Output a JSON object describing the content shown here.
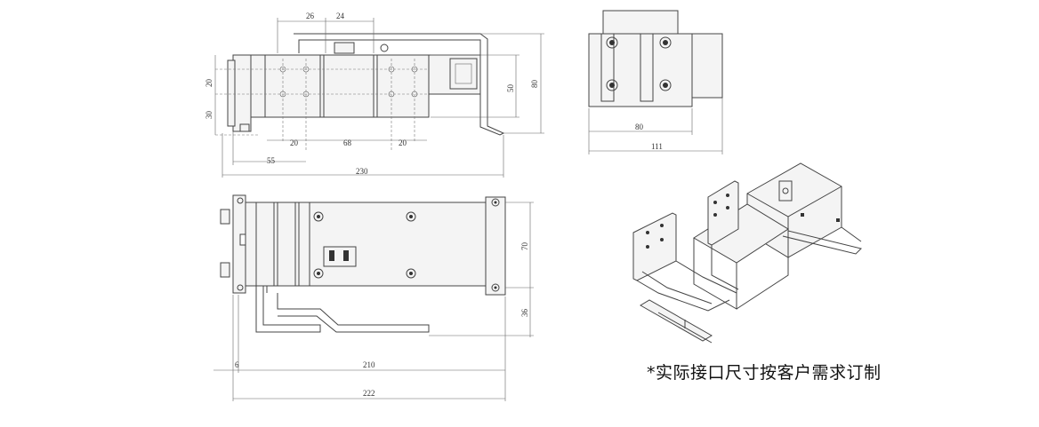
{
  "top_view": {
    "dims": [
      "26",
      "24",
      "20",
      "30",
      "50",
      "80",
      "20",
      "68",
      "20",
      "55",
      "230"
    ]
  },
  "end_view": {
    "dims": [
      "80",
      "111"
    ]
  },
  "front_view": {
    "dims": [
      "70",
      "36",
      "6",
      "210",
      "222"
    ]
  },
  "note": "*实际接口尺寸按客户需求订制"
}
